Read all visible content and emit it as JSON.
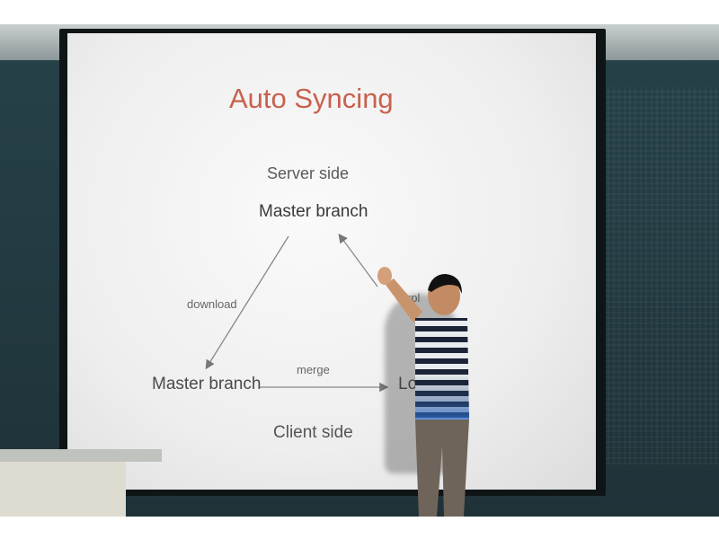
{
  "slide": {
    "title": "Auto Syncing",
    "server_side": "Server side",
    "master_branch_top": "Master branch",
    "master_branch_left": "Master branch",
    "local_branch": "Lo        h",
    "client_side": "Client side",
    "label_download": "download",
    "label_merge": "merge",
    "label_upload": "upl"
  },
  "colors": {
    "title": "#c8614d",
    "wall": "#27424a",
    "shirt_stripe_dark": "#1b2b6e",
    "shirt_stripe_blue": "#2f6fd1"
  }
}
